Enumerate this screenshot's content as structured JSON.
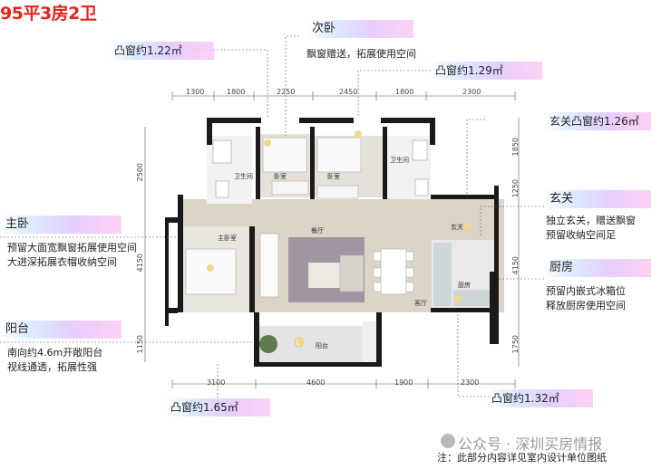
{
  "title": "95平3房2卫",
  "dimensions": {
    "top": [
      "1300",
      "1800",
      "2250",
      "2450",
      "1800",
      "2300"
    ],
    "bottom": [
      "3100",
      "4600",
      "1900",
      "2300"
    ],
    "left": [
      "2500",
      "4150",
      "1150"
    ],
    "right": [
      "1850",
      "1250",
      "4150",
      "1750"
    ]
  },
  "rooms": {
    "bath_left": "卫生间",
    "bedroom1": "卧室",
    "bedroom2": "卧室",
    "bath_right": "卫生间",
    "master": "主卧室",
    "dining": "餐厅",
    "entry": "玄关",
    "kitchen": "厨房",
    "living": "客厅",
    "balcony": "阳台"
  },
  "callouts": {
    "bay_window_top_left": "凸窗约1.22㎡",
    "second_bedroom": "次卧",
    "second_bedroom_desc": "飘窗赠送，拓展使用空间",
    "bay_window_top_mid": "凸窗约1.29㎡",
    "entry_bay_window": "玄关凸窗约1.26㎡",
    "master": "主卧",
    "master_desc": [
      "预留大面宽飘窗拓展使用空间",
      "大进深拓展衣帽收纳空间"
    ],
    "entry": "玄关",
    "entry_desc": [
      "独立玄关，赠送飘窗",
      "预留收纳空间足"
    ],
    "kitchen": "厨房",
    "kitchen_desc": [
      "预留内嵌式冰箱位",
      "释放厨房使用空间"
    ],
    "balcony": "阳台",
    "balcony_desc": [
      "南向约4.6m开敞阳台",
      "视线通透，拓展性强"
    ],
    "bay_window_bottom_left": "凸窗约1.65㎡",
    "bay_window_bottom_right": "凸窗约1.32㎡"
  },
  "watermark": "公众号 · 深圳买房情报",
  "footnote": "注：此部分内容详见室内设计单位图纸",
  "colors": {
    "title": "#e3241d",
    "wall": "#1a1a1a",
    "floor_wood": "#d9d0c2",
    "tag_gradient": "#dcc8ff"
  }
}
